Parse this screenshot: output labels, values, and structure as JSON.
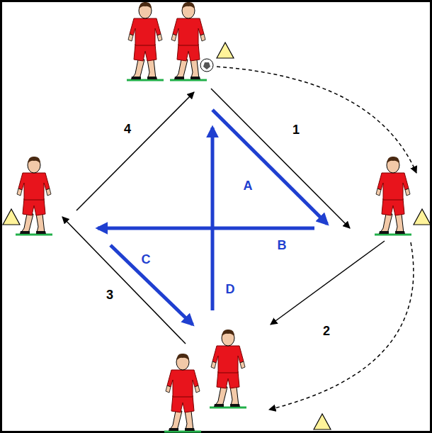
{
  "diagram": {
    "labels": [
      "4",
      "1",
      "A",
      "B",
      "C",
      "D",
      "3",
      "2"
    ]
  }
}
